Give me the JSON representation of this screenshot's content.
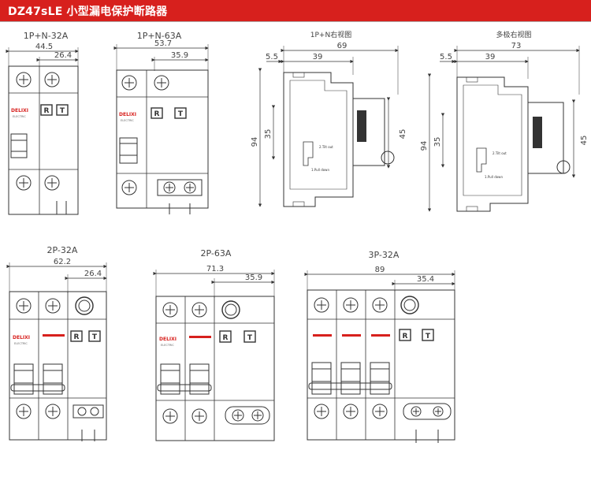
{
  "header": {
    "title": "DZ47sLE 小型漏电保护断路器"
  },
  "colors": {
    "banner": "#d7201d",
    "line": "#333333",
    "brand_red": "#d7201d"
  },
  "brand": {
    "logo": "DELIXI",
    "sub": "ELECTRIC"
  },
  "buttons": {
    "reset": "R",
    "test": "T"
  },
  "side_labels": {
    "trip_out": "2.Tilt out",
    "pull_down": "1.Pull down"
  },
  "views": {
    "v1": {
      "label": "1P+N-32A",
      "overall": "44.5",
      "pole": "26.4"
    },
    "v2": {
      "label": "1P+N-63A",
      "overall": "53.7",
      "pole": "35.9"
    },
    "v3": {
      "label": "1P+N右视图",
      "left": "5.5",
      "mid": "39",
      "overall": "69",
      "height": "94",
      "inner": "35",
      "right": "45"
    },
    "v4": {
      "label": "多极右视图",
      "left": "5.5",
      "mid": "39",
      "overall": "73",
      "height": "94",
      "inner": "35",
      "right": "45"
    },
    "v5": {
      "label": "2P-32A",
      "overall": "62.2",
      "pole": "26.4"
    },
    "v6": {
      "label": "2P-63A",
      "overall": "71.3",
      "pole": "35.9"
    },
    "v7": {
      "label": "3P-32A",
      "overall": "89",
      "pole": "35.4"
    }
  }
}
